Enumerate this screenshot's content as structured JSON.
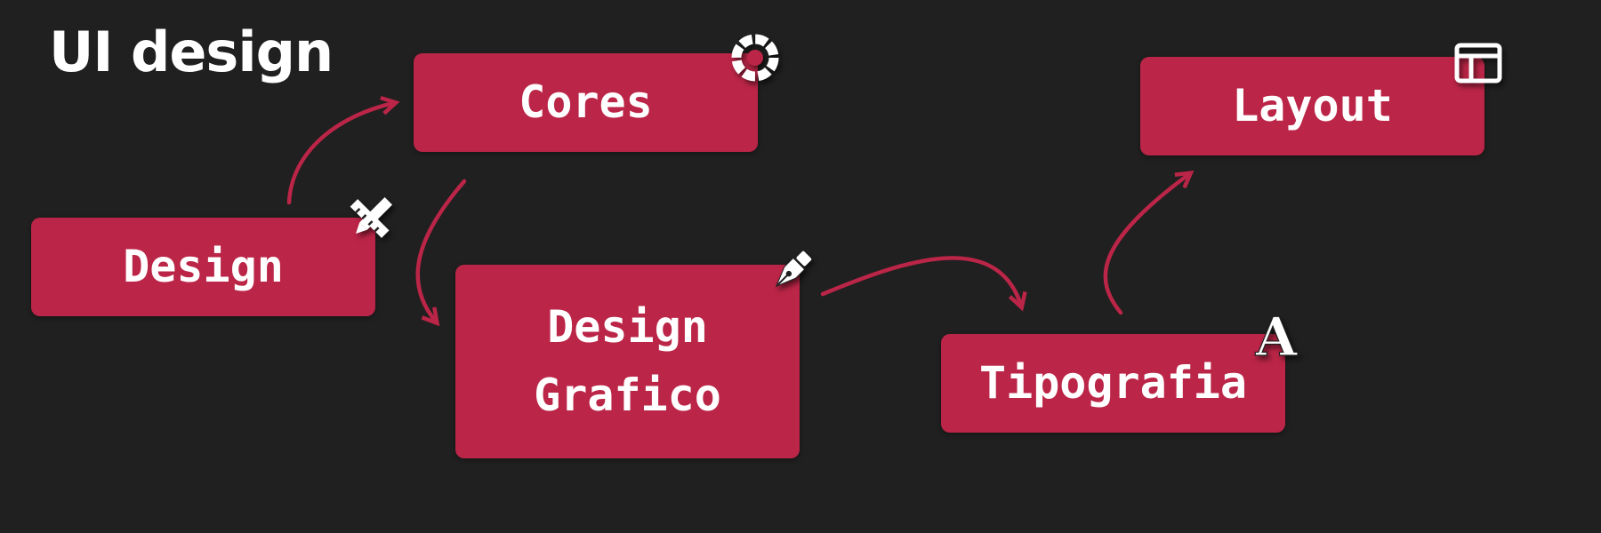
{
  "title": "UI design",
  "colors": {
    "background": "#202020",
    "node_fill": "#bb2547",
    "edge": "#bb2547",
    "text": "#ffffff"
  },
  "nodes": {
    "design": {
      "label": "Design",
      "icon": "ruler-pencil-icon"
    },
    "cores": {
      "label": "Cores",
      "icon": "color-wheel-icon"
    },
    "design_grafico": {
      "label": "Design\nGrafico",
      "icon": "pen-nib-icon"
    },
    "tipografia": {
      "label": "Tipografia",
      "icon": "letter-a-icon"
    },
    "layout": {
      "label": "Layout",
      "icon": "layout-grid-icon"
    }
  },
  "edges": [
    {
      "from": "Design",
      "to": "Cores"
    },
    {
      "from": "Cores",
      "to": "Design Grafico"
    },
    {
      "from": "Design Grafico",
      "to": "Tipografia"
    },
    {
      "from": "Tipografia",
      "to": "Layout"
    }
  ]
}
